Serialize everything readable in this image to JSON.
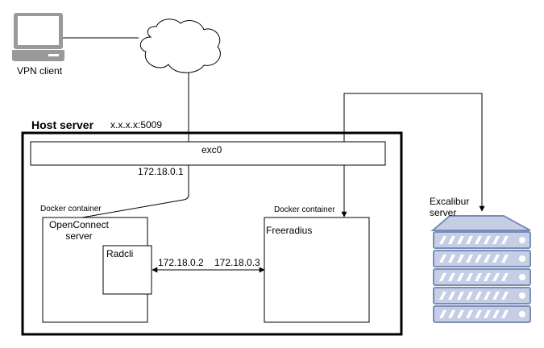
{
  "vpn_client": {
    "label": "VPN client"
  },
  "host_server": {
    "title": "Host server",
    "address": "x.x.x.x:5009"
  },
  "exc0": {
    "label": "exc0",
    "ip": "172.18.0.1"
  },
  "openconnect": {
    "container_label": "Docker container",
    "label_line1": "OpenConnect",
    "label_line2": "server"
  },
  "radcli": {
    "label": "Radcli",
    "ip": "172.18.0.2"
  },
  "freeradius": {
    "container_label": "Docker container",
    "label": "Freeradius",
    "ip": "172.18.0.3"
  },
  "excalibur": {
    "label_line1": "Excalibur",
    "label_line2": "server"
  },
  "colors": {
    "server_fill": "#C6CEE6",
    "server_stroke": "#7A8DB8",
    "laptop_gray": "#999999"
  }
}
